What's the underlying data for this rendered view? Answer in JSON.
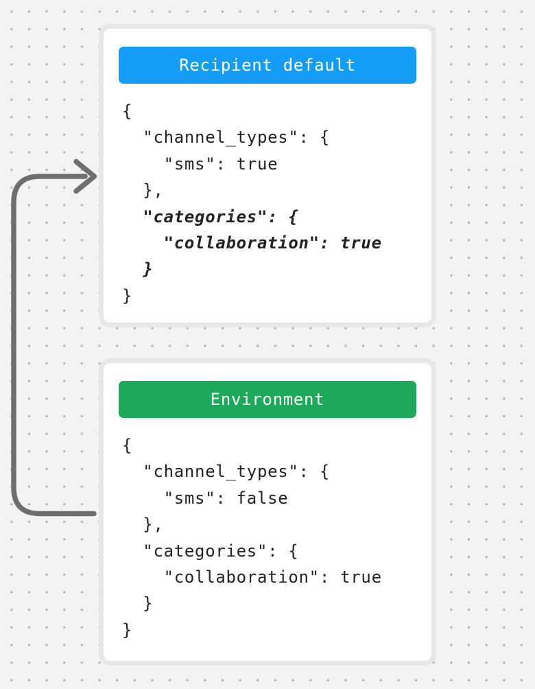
{
  "page": {
    "background_color": "#f3f3f2",
    "dot_color": "#b4b4b4"
  },
  "arrow": {
    "name": "merge-arrow",
    "color": "#6e6e6e",
    "direction": "from-environment-card-to-recipient-default-card"
  },
  "cards": [
    {
      "id": "recipient-default",
      "title": "Recipient default",
      "header_color": "#149df7",
      "code_lines": [
        {
          "text": "{",
          "emphasis": false
        },
        {
          "text": "  \"channel_types\": {",
          "emphasis": false
        },
        {
          "text": "    \"sms\": true",
          "emphasis": false
        },
        {
          "text": "  },",
          "emphasis": false
        },
        {
          "text": "  \"categories\": {",
          "emphasis": true
        },
        {
          "text": "    \"collaboration\": true",
          "emphasis": true
        },
        {
          "text": "  }",
          "emphasis": true
        },
        {
          "text": "}",
          "emphasis": false
        }
      ]
    },
    {
      "id": "environment",
      "title": "Environment",
      "header_color": "#1ea85b",
      "code_lines": [
        {
          "text": "{",
          "emphasis": false
        },
        {
          "text": "  \"channel_types\": {",
          "emphasis": false
        },
        {
          "text": "    \"sms\": false",
          "emphasis": false
        },
        {
          "text": "  },",
          "emphasis": false
        },
        {
          "text": "  \"categories\": {",
          "emphasis": false
        },
        {
          "text": "    \"collaboration\": true",
          "emphasis": false
        },
        {
          "text": "  }",
          "emphasis": false
        },
        {
          "text": "}",
          "emphasis": false
        }
      ]
    }
  ]
}
